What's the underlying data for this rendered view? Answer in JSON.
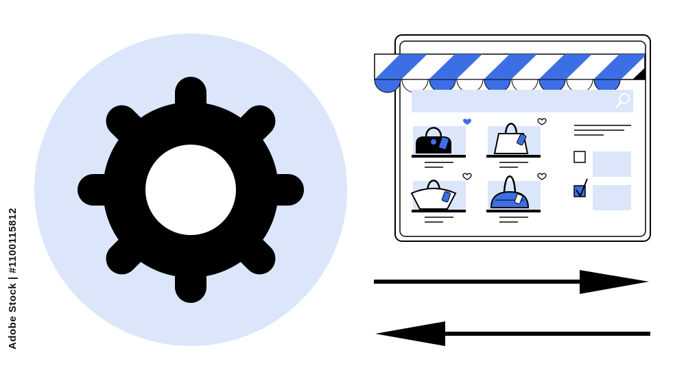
{
  "stock_id": "Adobe Stock | #1100115812",
  "colors": {
    "accent_blue": "#3d6fe4",
    "light_blue": "#dbe6fb",
    "ink": "#000000",
    "background": "#ffffff"
  },
  "icons": {
    "settings": "gear-icon",
    "forward": "arrow-right-icon",
    "backward": "arrow-left-icon"
  },
  "store": {
    "awning_stripes": 5,
    "search_icon": "search-icon",
    "products": [
      {
        "item": "handbag-round",
        "favorited": true
      },
      {
        "item": "tote-bag",
        "favorited": false
      },
      {
        "item": "basket-bag",
        "favorited": false
      },
      {
        "item": "dome-bag",
        "favorited": false
      }
    ],
    "filters": [
      {
        "checked": false
      },
      {
        "checked": true
      }
    ]
  }
}
